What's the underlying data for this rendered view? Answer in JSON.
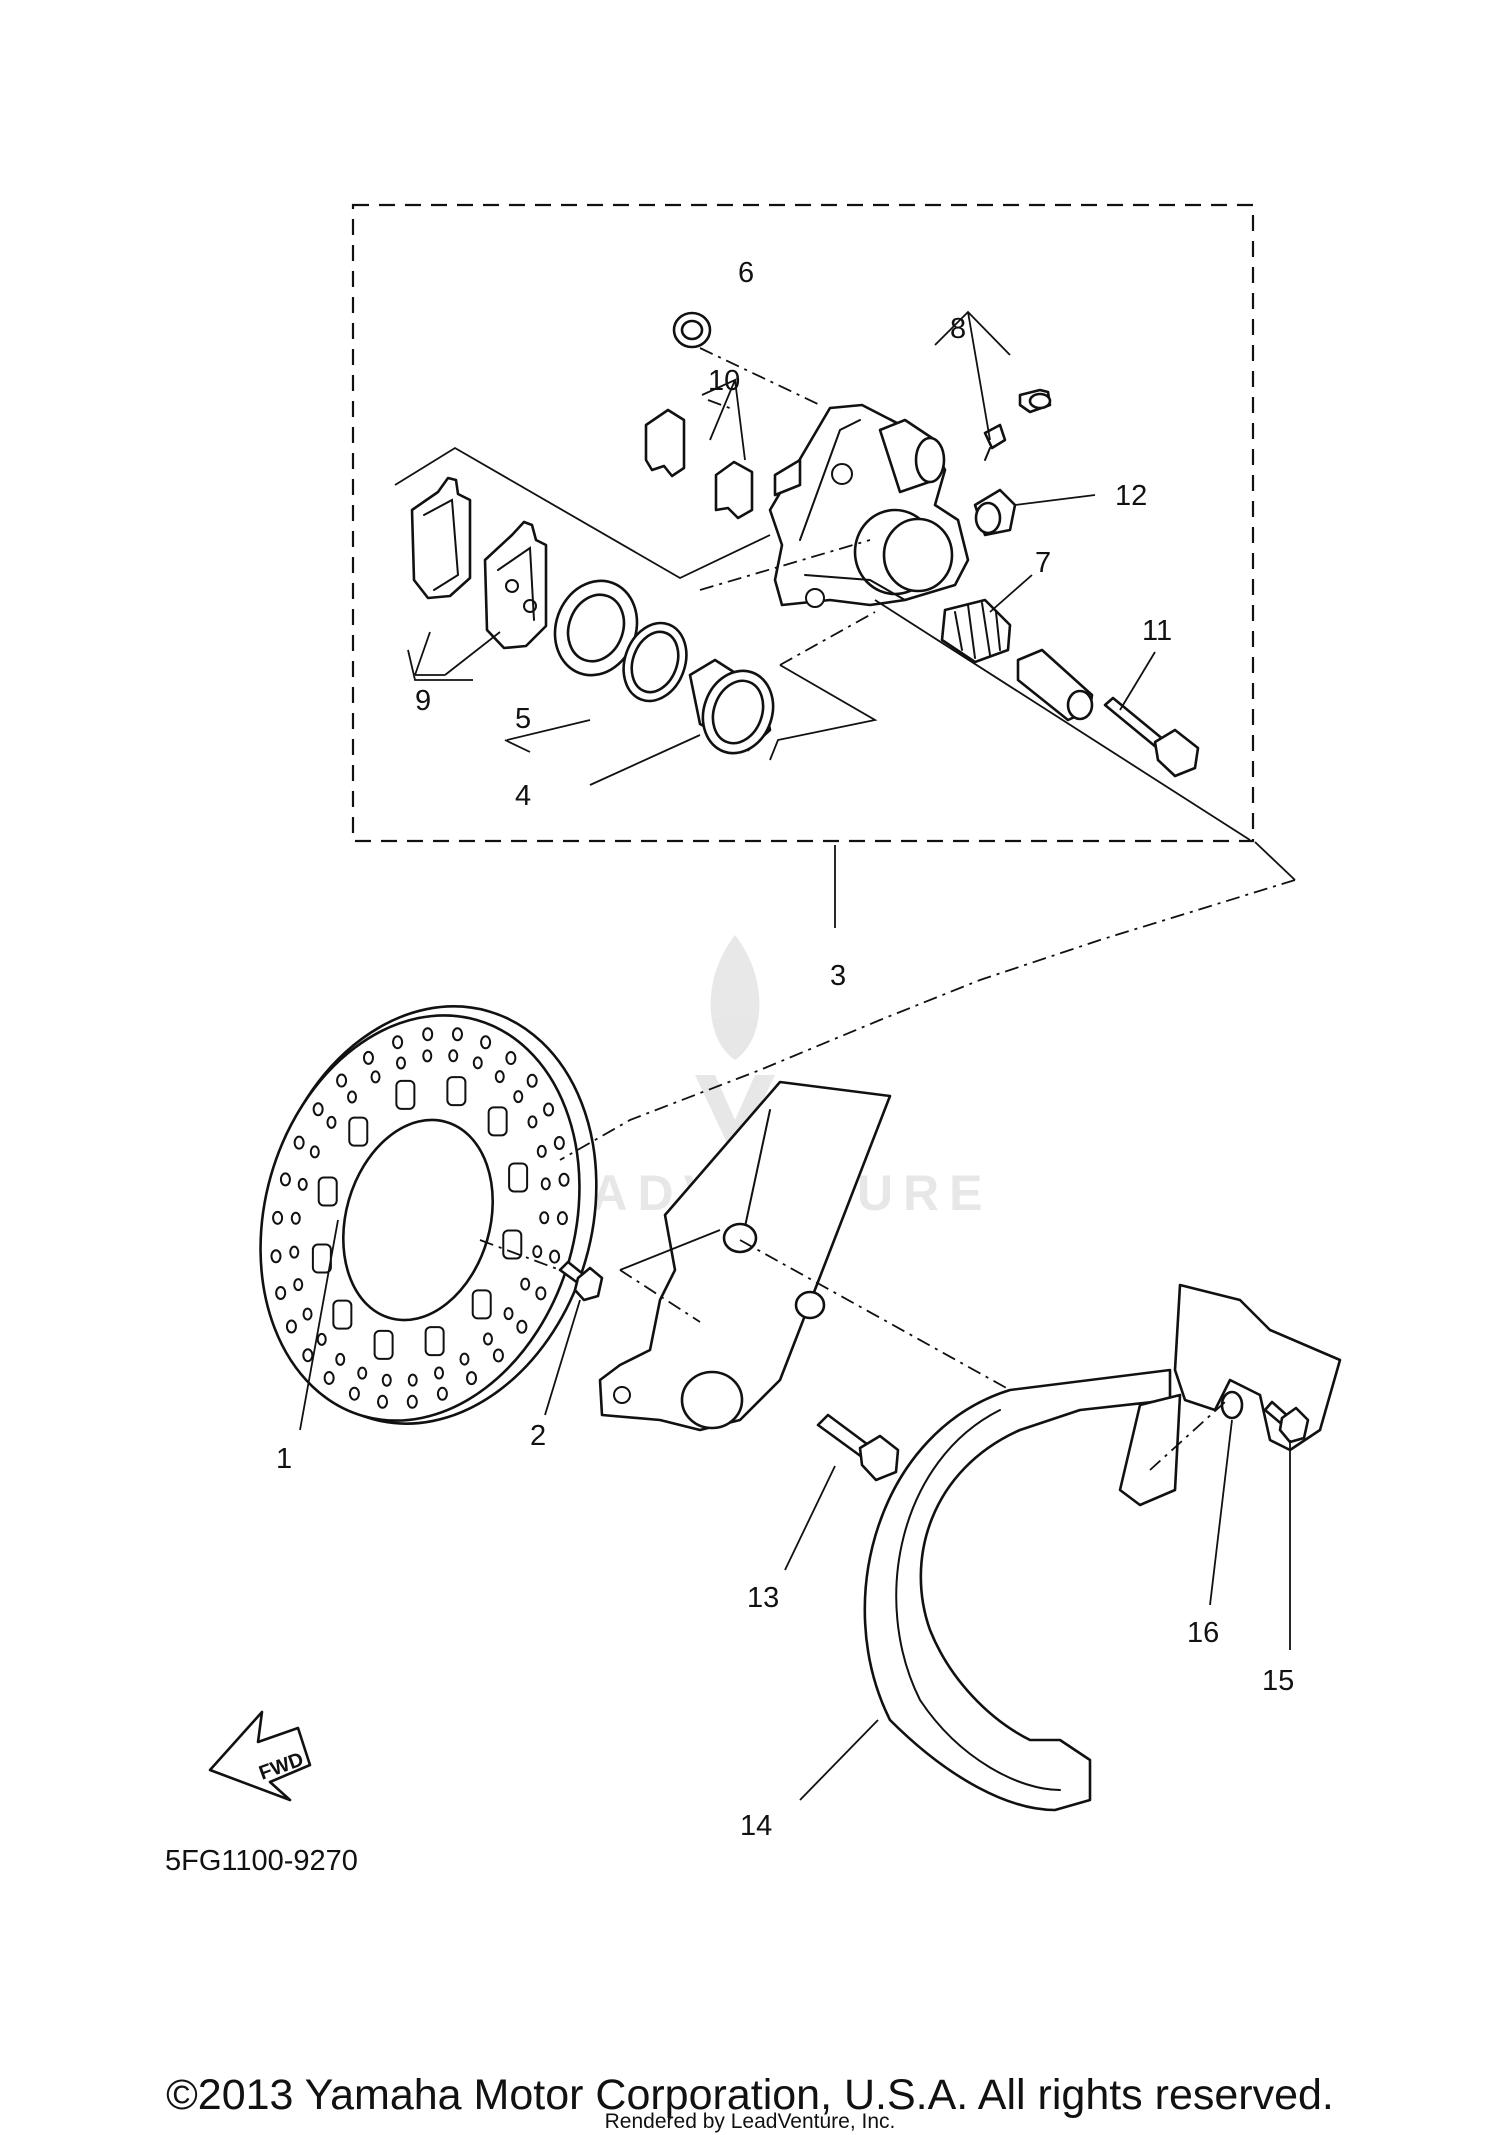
{
  "diagram": {
    "callouts": [
      "1",
      "2",
      "3",
      "4",
      "5",
      "6",
      "7",
      "8",
      "9",
      "10",
      "11",
      "12",
      "13",
      "14",
      "15",
      "16"
    ],
    "fwd_label": "FWD",
    "diagram_code": "5FG1100-9270",
    "watermark": "LEADVENTURE"
  },
  "footer": {
    "copyright": "©2013 Yamaha Motor Corporation, U.S.A. All rights reserved.",
    "rendered_by": "Rendered by LeadVenture, Inc."
  }
}
